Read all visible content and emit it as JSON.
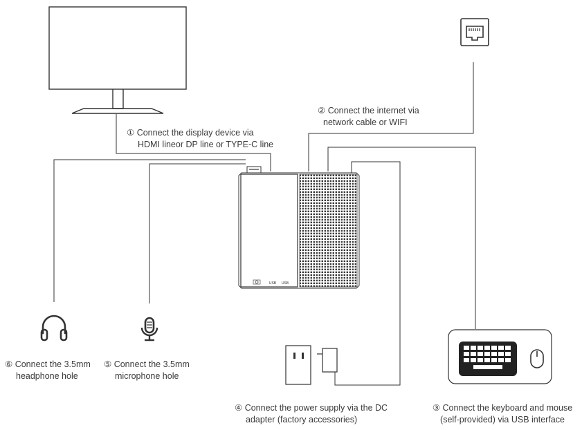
{
  "steps": [
    {
      "num": "①",
      "line1": "Connect the display device via",
      "line2": "HDMI lineor DP line or TYPE-C line"
    },
    {
      "num": "②",
      "line1": "Connect the internet via",
      "line2": "network cable or WIFI"
    },
    {
      "num": "③",
      "line1": "Connect the keyboard and mouse",
      "line2": "(self-provided) via USB interface"
    },
    {
      "num": "④",
      "line1": "Connect the power supply via  the DC",
      "line2": "adapter (factory accessories)"
    },
    {
      "num": "⑤",
      "line1": "Connect the 3.5mm",
      "line2": "microphone hole"
    },
    {
      "num": "⑥",
      "line1": "Connect the 3.5mm",
      "line2": "headphone hole"
    }
  ],
  "device": {
    "port_label_1": "USB",
    "port_label_2": "USB"
  },
  "icons": [
    "monitor-icon",
    "ethernet-port-icon",
    "mini-pc-icon",
    "headphones-icon",
    "microphone-icon",
    "power-adapter-icon",
    "keyboard-icon",
    "mouse-icon"
  ],
  "colors": {
    "line": "#333333",
    "text": "#3a3a3a",
    "background": "#ffffff"
  }
}
